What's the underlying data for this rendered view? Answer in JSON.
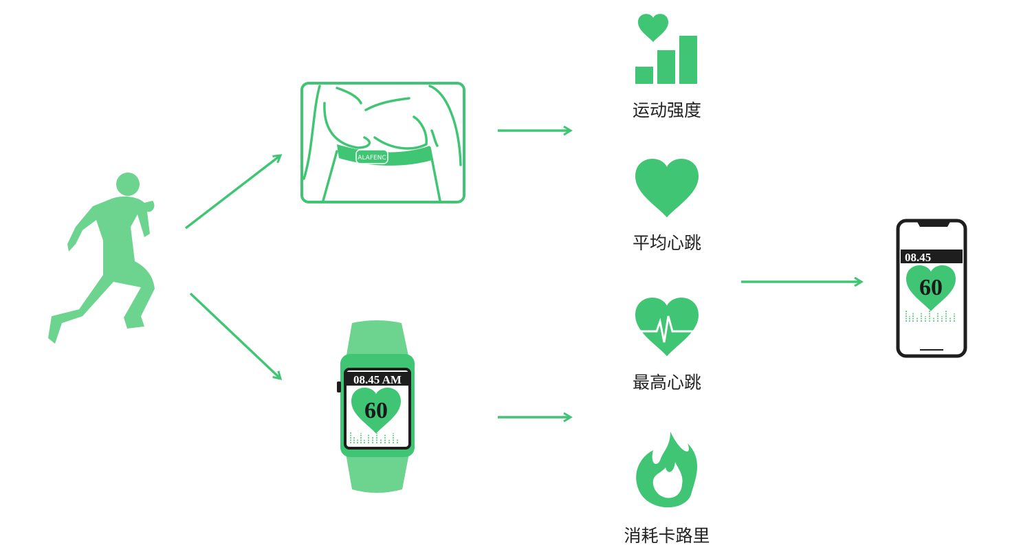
{
  "colors": {
    "green": "#3fc574",
    "light_green": "#6dd48f",
    "dark": "#1e1e1e"
  },
  "chest_strap": {
    "brand": "ALAFENC"
  },
  "watch": {
    "time": "08.45 AM",
    "heart_rate": "60"
  },
  "phone": {
    "time": "08.45",
    "heart_rate": "60"
  },
  "metrics": [
    {
      "label": "运动强度",
      "icon": "intensity-bars-heart-icon"
    },
    {
      "label": "平均心跳",
      "icon": "heart-icon"
    },
    {
      "label": "最高心跳",
      "icon": "heart-ecg-icon"
    },
    {
      "label": "消耗卡路里",
      "icon": "flame-icon"
    }
  ]
}
